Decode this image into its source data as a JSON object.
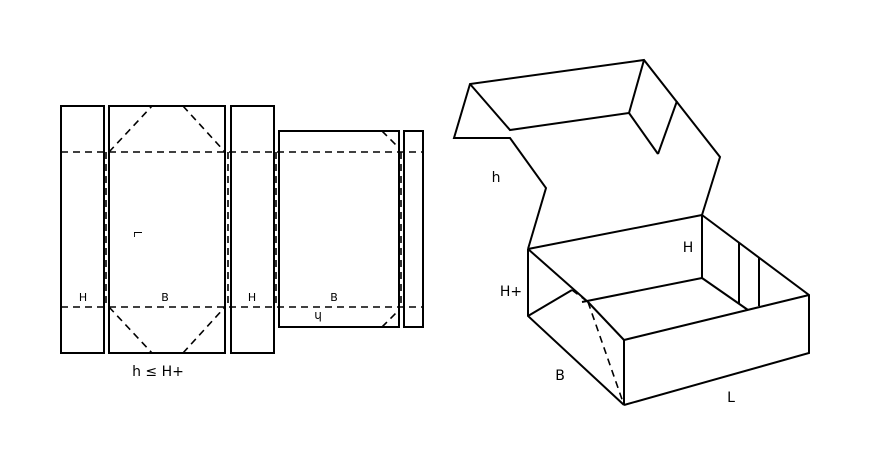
{
  "diagram": {
    "flat_net": {
      "labels": {
        "length": "L",
        "height_left": "H",
        "width_main": "B",
        "height_mid": "H",
        "width_lid": "B",
        "lid_flap": "h"
      },
      "condition": "h ≤ H+"
    },
    "box_3d": {
      "labels": {
        "lid_flap": "h",
        "height": "H",
        "height_plus": "H+",
        "width": "B",
        "length": "L"
      }
    }
  }
}
